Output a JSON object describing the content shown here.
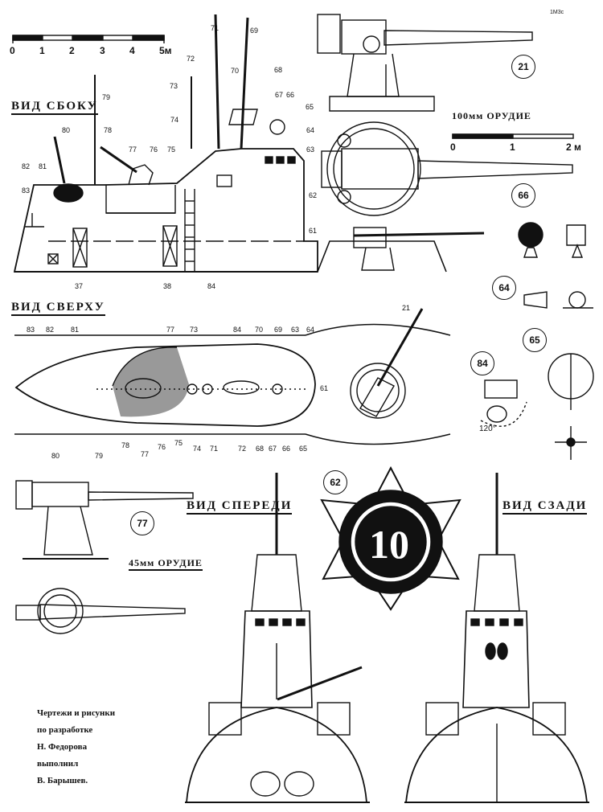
{
  "views": {
    "side": "ВИД СБОКУ",
    "top": "ВИД СВЕРХУ",
    "front": "ВИД СПЕРЕДИ",
    "rear": "ВИД СЗАДИ"
  },
  "main_scale": {
    "ticks": [
      "0",
      "1",
      "2",
      "3",
      "4",
      "5м"
    ]
  },
  "gun100": {
    "caption": "100мм ОРУДИЕ",
    "scale_ticks": [
      "0",
      "1",
      "2 м"
    ]
  },
  "gun45": {
    "caption": "45мм ОРУДИЕ"
  },
  "detail_markers": {
    "m21": "21",
    "m66": "66",
    "m64": "64",
    "m65": "65",
    "m84": "84",
    "m62": "62",
    "m77": "77"
  },
  "angle_label": "120°",
  "badge_number": "10",
  "corner_mark": "1М3с",
  "side_callouts": {
    "c71": "71",
    "c69": "69",
    "c72": "72",
    "c70": "70",
    "c68": "68",
    "c73": "73",
    "c67": "67",
    "c66": "66",
    "c65": "65",
    "c74": "74",
    "c79": "79",
    "c64": "64",
    "c80": "80",
    "c78": "78",
    "c77": "77",
    "c76": "76",
    "c75": "75",
    "c63": "63",
    "c82": "82",
    "c81": "81",
    "c83": "83",
    "c62": "62",
    "c61": "61",
    "c37": "37",
    "c38": "38",
    "c84": "84"
  },
  "top_callouts": {
    "t21": "21",
    "t83": "83",
    "t82": "82",
    "t81": "81",
    "t77a": "77",
    "t73": "73",
    "t84": "84",
    "t70": "70",
    "t69": "69",
    "t63": "63",
    "t64": "64",
    "t61": "61",
    "t80": "80",
    "t79": "79",
    "t78": "78",
    "t77b": "77",
    "t76": "76",
    "t75": "75",
    "t74": "74",
    "t71": "71",
    "t72": "72",
    "t68": "68",
    "t67": "67",
    "t66": "66",
    "t65": "65"
  },
  "credits": [
    "Чертежи и рисунки",
    "по разработке",
    "Н. Федорова",
    "выполнил",
    "В. Барышев."
  ]
}
